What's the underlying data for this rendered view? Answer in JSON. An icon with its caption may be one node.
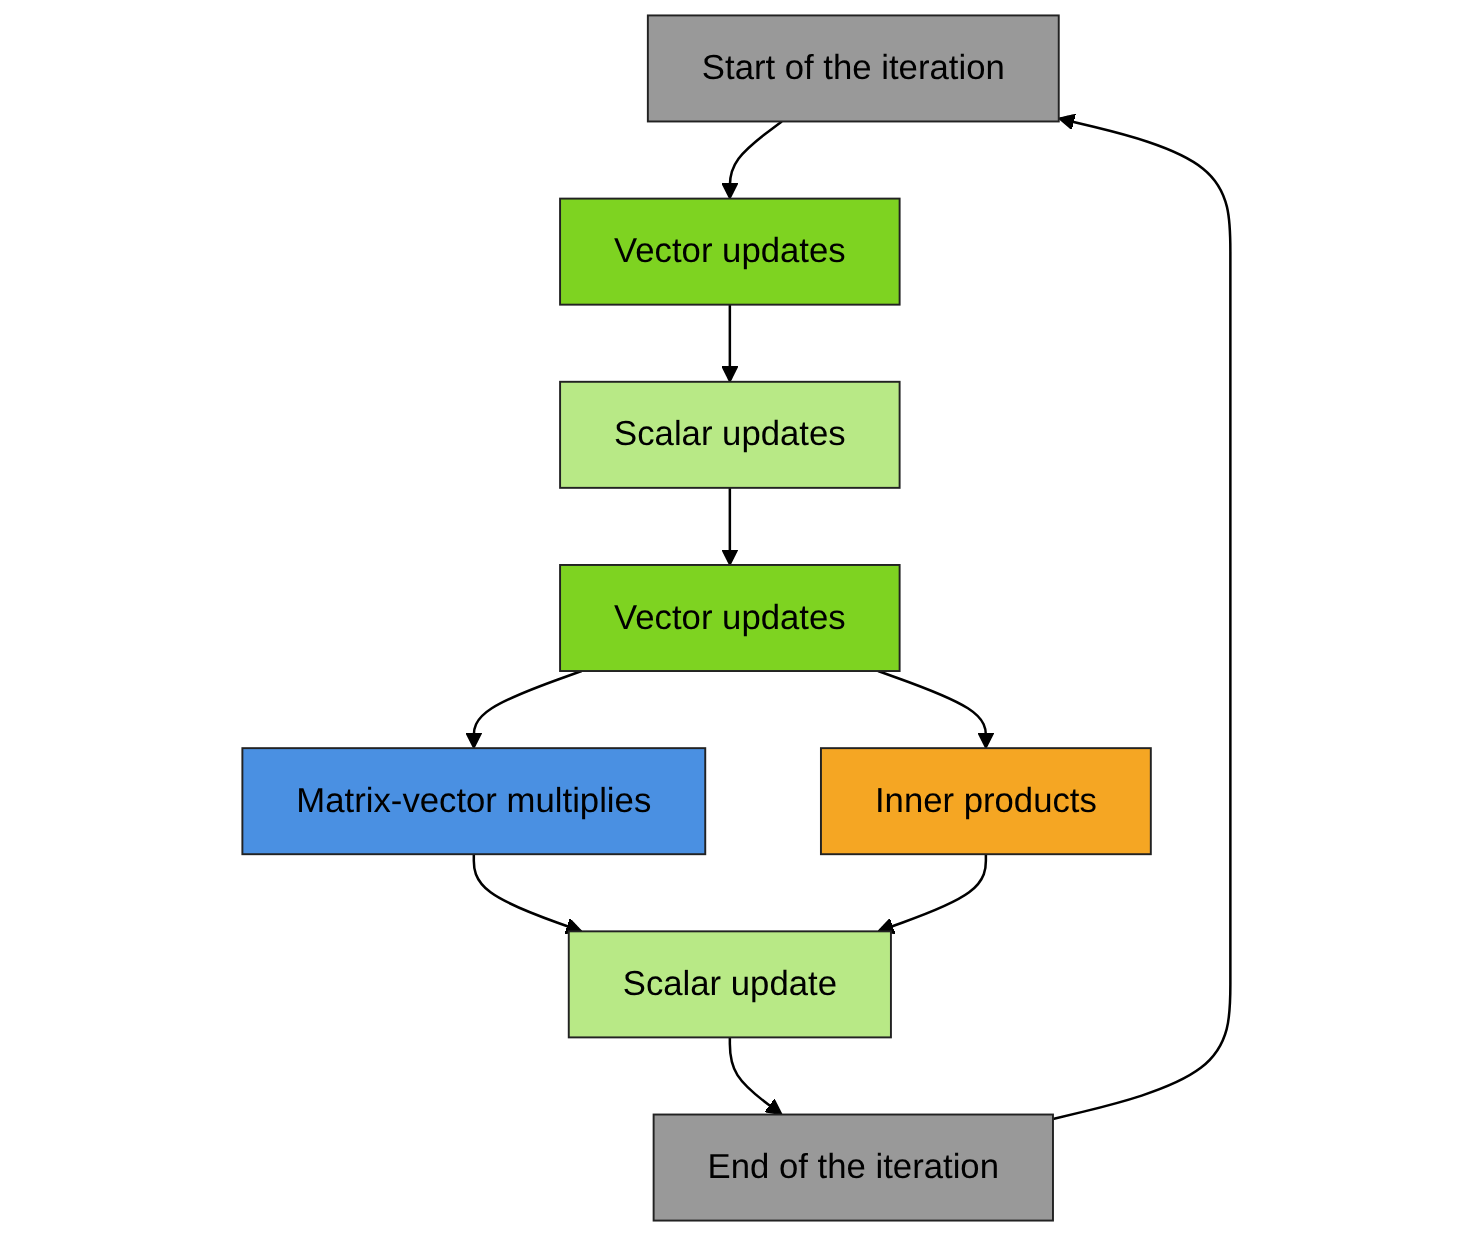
{
  "diagram": {
    "nodes": [
      {
        "text": [
          "Start of the iteration"
        ]
      },
      {
        "text": [
          "Vector updates"
        ]
      },
      {
        "text": [
          "Scalar updates"
        ]
      },
      {
        "text": [
          "Vector updates"
        ]
      },
      {
        "text": [
          "Matrix-vector multiplies"
        ]
      },
      {
        "text": [
          "Inner products"
        ]
      },
      {
        "text": [
          "Scalar update"
        ]
      },
      {
        "text": [
          "End of the iteration"
        ]
      }
    ],
    "edges": [
      {
        "from": 0,
        "to": 1,
        "arrow": "to"
      },
      {
        "from": 1,
        "to": 2,
        "arrow": "to"
      },
      {
        "from": 2,
        "to": 3,
        "arrow": "to"
      },
      {
        "from": 3,
        "to": 4,
        "arrow": "to"
      },
      {
        "from": 3,
        "to": 5,
        "arrow": "to"
      },
      {
        "from": 4,
        "to": 6,
        "arrow": "to"
      },
      {
        "from": 5,
        "to": 6,
        "arrow": "to"
      },
      {
        "from": 6,
        "to": 7,
        "arrow": "to"
      },
      {
        "from": 7,
        "to": 0,
        "arrow": "to"
      }
    ]
  }
}
